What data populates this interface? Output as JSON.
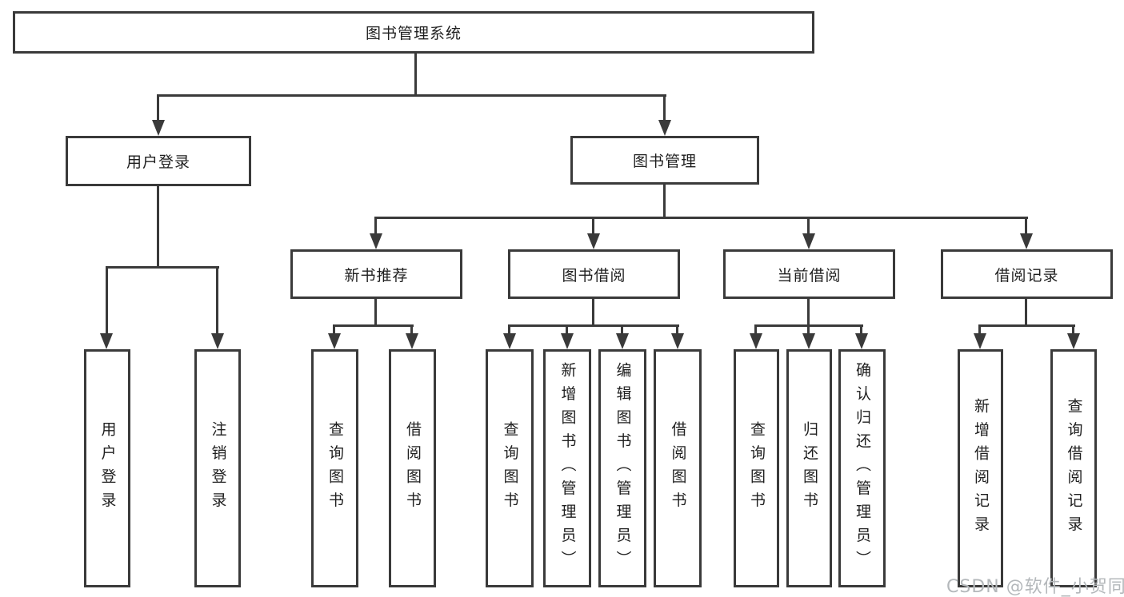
{
  "diagram": {
    "type": "hierarchy-tree",
    "colors": {
      "line": "#3a3a3a",
      "box_border": "#3a3a3a",
      "text": "#1f1f1f",
      "background": "#ffffff",
      "watermark": "#b4b8bb"
    },
    "root": {
      "label": "图书管理系统"
    },
    "level1": [
      {
        "label": "用户登录"
      },
      {
        "label": "图书管理"
      }
    ],
    "level2": [
      {
        "label": "新书推荐"
      },
      {
        "label": "图书借阅"
      },
      {
        "label": "当前借阅"
      },
      {
        "label": "借阅记录"
      }
    ],
    "leaves": {
      "user_login": [
        "用户登录",
        "注销登录"
      ],
      "new_book_recommend": [
        "查询图书",
        "借阅图书"
      ],
      "book_borrow": [
        "查询图书",
        "新增图书（管理员）",
        "编辑图书（管理员）",
        "借阅图书"
      ],
      "current_borrow": [
        "查询图书",
        "归还图书",
        "确认归还（管理员）"
      ],
      "borrow_record": [
        "新增借阅记录",
        "查询借阅记录"
      ]
    },
    "watermark": "CSDN @软件_小贺同学"
  }
}
